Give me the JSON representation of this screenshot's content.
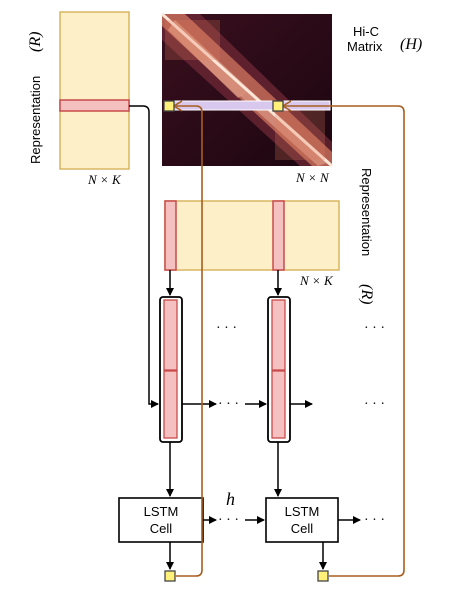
{
  "labels": {
    "representation_left": "Representation",
    "representation_left_math": "(R)",
    "dim_left": "N × K",
    "hic_title_line1": "Hi-C",
    "hic_title_line2": "Matrix",
    "hic_math": "(H)",
    "dim_matrix": "N × N",
    "representation_right": "Representation",
    "representation_right_math": "(R)",
    "dim_right": "N × K",
    "lstm_cell_1_line1": "LSTM",
    "lstm_cell_1_line2": "Cell",
    "lstm_cell_2_line1": "LSTM",
    "lstm_cell_2_line2": "Cell",
    "hidden_state": "h",
    "ellipsis": "· · ·"
  },
  "colors": {
    "rep_fill": "#fdf0c8",
    "rep_border": "#d8b560",
    "highlight_fill": "#f4c0c0",
    "highlight_border": "#c84a4a",
    "output_square_fill": "#fff07a",
    "output_square_border": "#444444",
    "feedback_line": "#a85e1e",
    "matrix_highlight": "#d9c8ee"
  }
}
